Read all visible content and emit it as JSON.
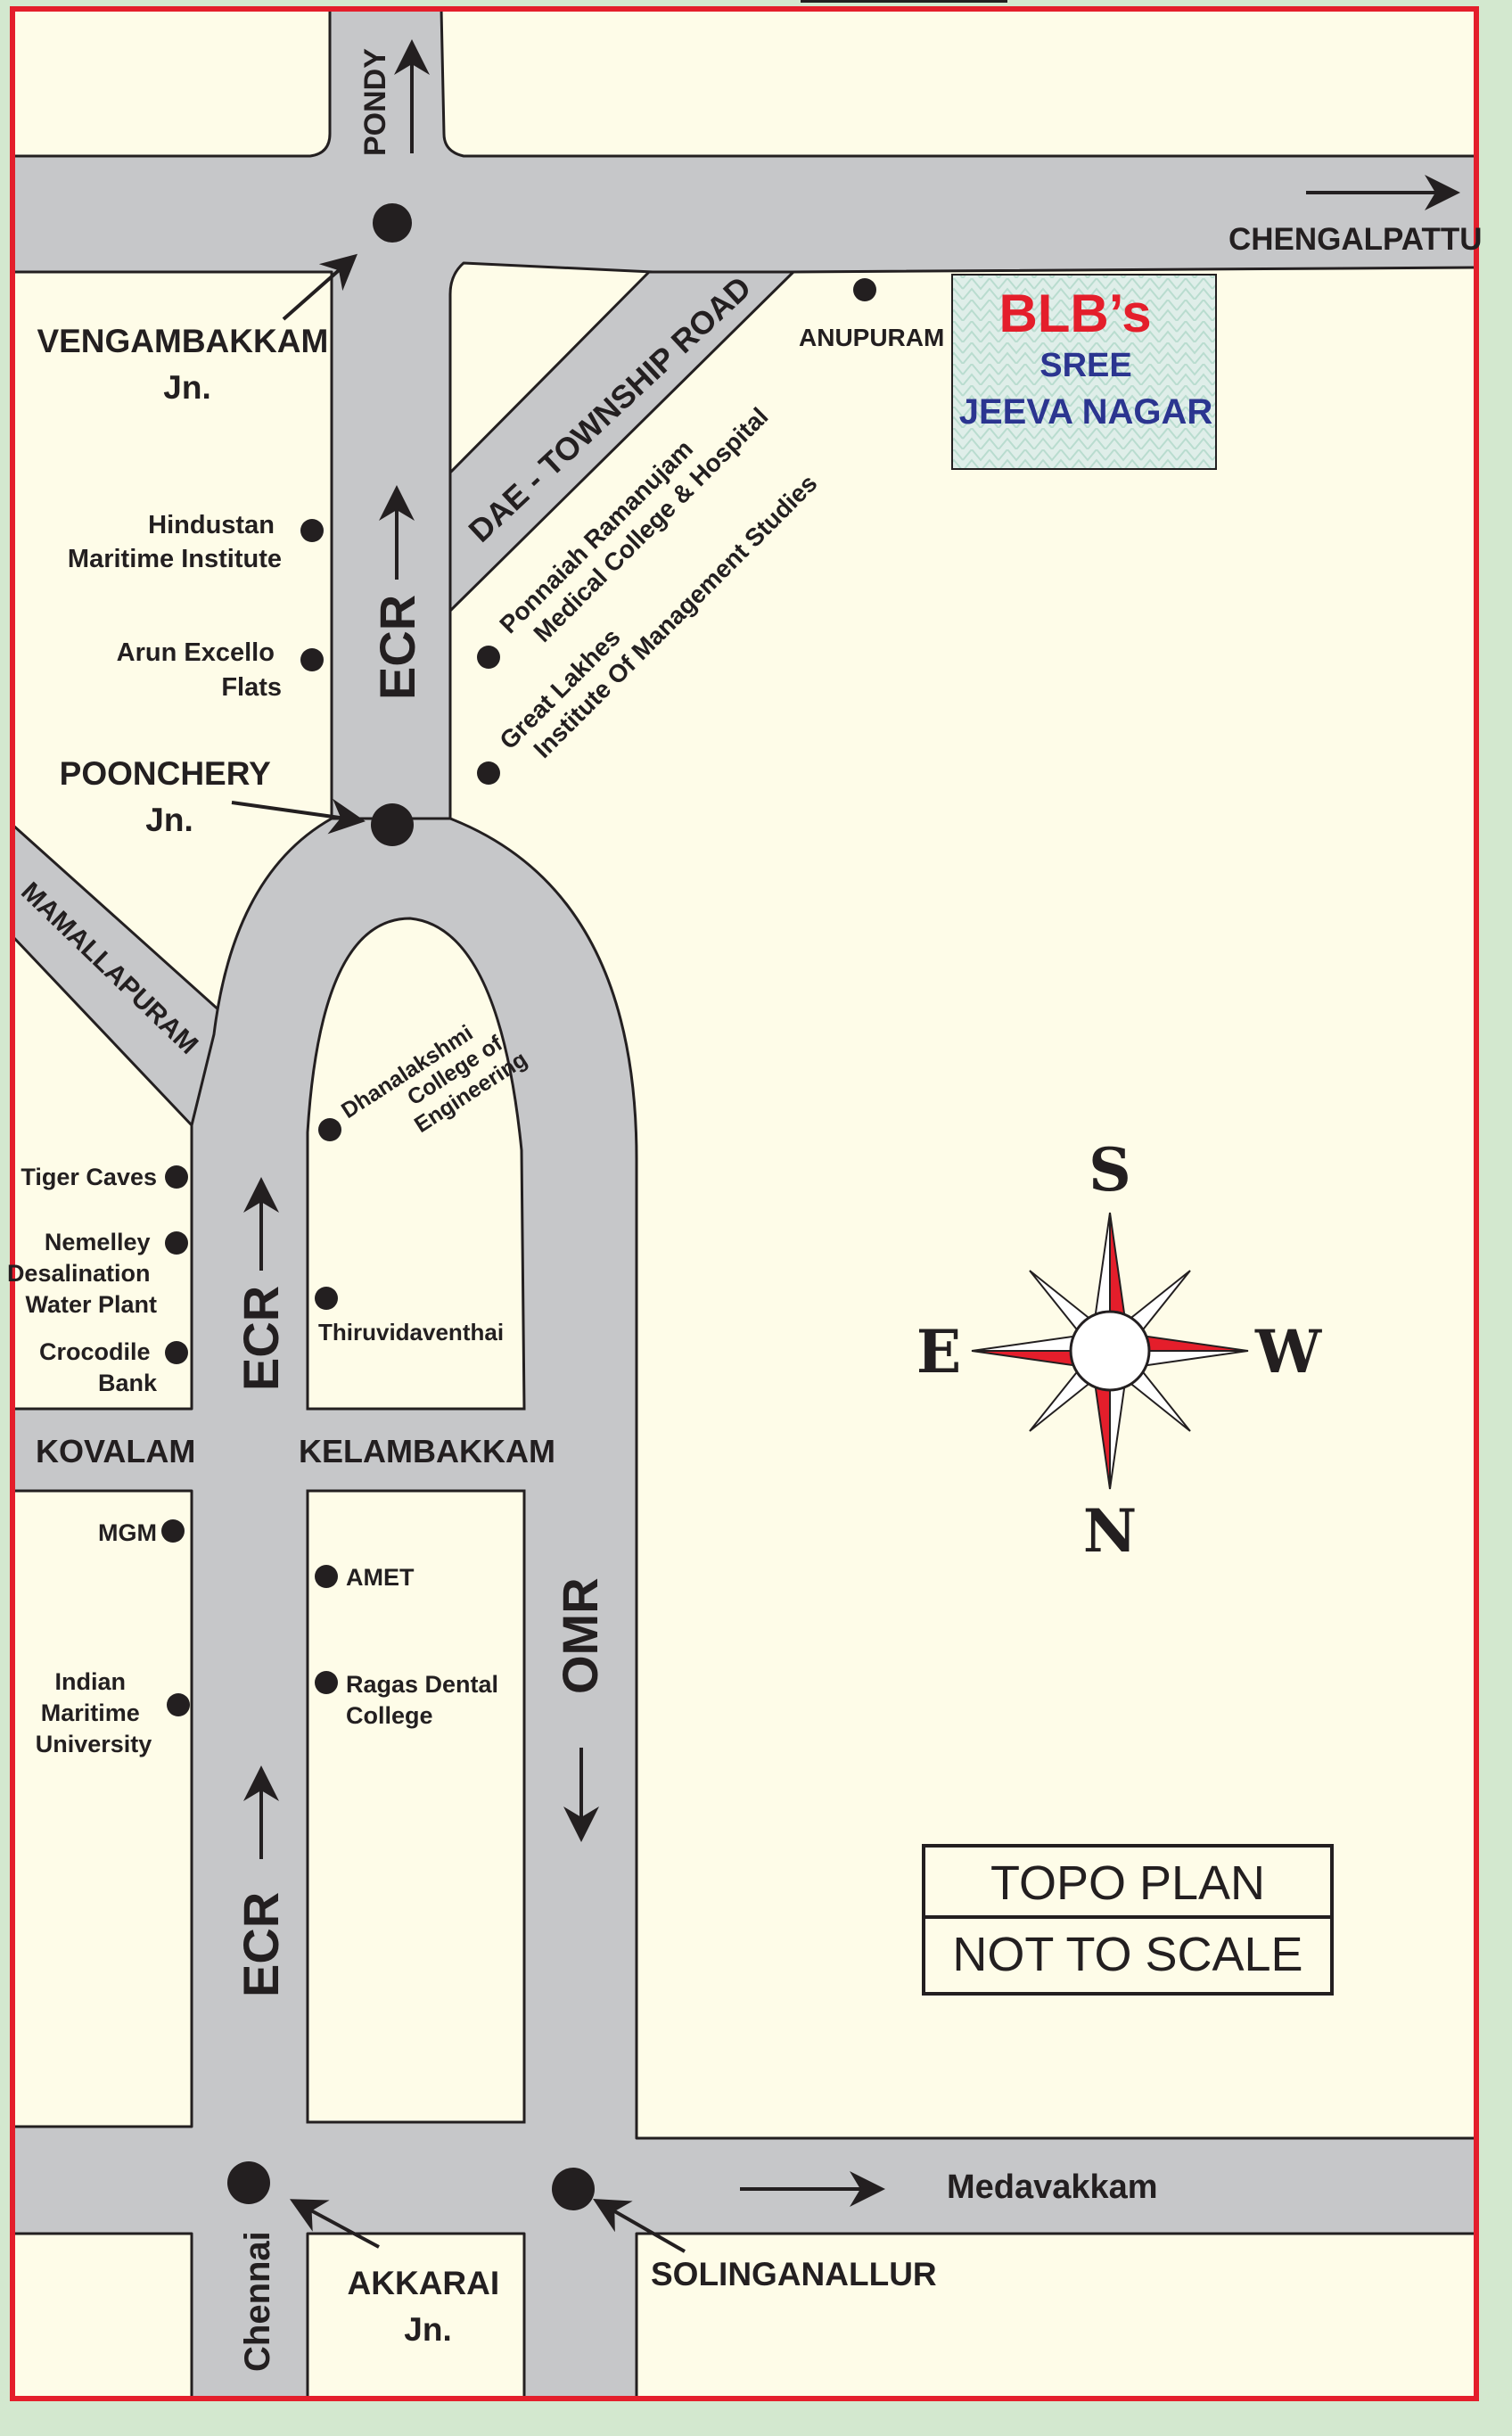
{
  "colors": {
    "background": "#d3e8cf",
    "land": "#fefce8",
    "road": "#c6c7c9",
    "border": "#e41e2b",
    "ink": "#231f20",
    "brand_red": "#e41e2b",
    "brand_blue": "#2b3590",
    "logo_bg": "#dfeee9"
  },
  "brand": {
    "line1": "BLB’s",
    "line2": "SREE",
    "line3": "JEEVA NAGAR"
  },
  "roads": {
    "pondy": "PONDY",
    "chengalpattu": "CHENGALPATTU",
    "dae_township": "DAE - TOWNSHIP ROAD",
    "ecr_upper": "ECR",
    "ecr_middle": "ECR",
    "ecr_lower": "ECR",
    "mamallapuram": "MAMALLAPURAM",
    "omr": "OMR",
    "medavakkam": "Medavakkam",
    "chennai": "Chennai"
  },
  "junctions": {
    "vengambakkam": [
      "VENGAMBAKKAM",
      "Jn."
    ],
    "poonchery": [
      "POONCHERY",
      "Jn."
    ],
    "akkarai": [
      "AKKARAI",
      "Jn."
    ],
    "solinganallur": "SOLINGANALLUR"
  },
  "places": {
    "anupuram": "ANUPURAM",
    "hindustan": [
      "Hindustan",
      "Maritime Institute"
    ],
    "arun_excello": [
      "Arun Excello",
      "Flats"
    ],
    "ponnaiah": [
      "Ponnaiah Ramanujam",
      "Medical College & Hospital"
    ],
    "great_lakhes": [
      "Great Lakhes",
      "Institute Of Management Studies"
    ],
    "dhanalakshmi": [
      "Dhanalakshmi",
      "College of",
      "Engineering"
    ],
    "tiger_caves": "Tiger Caves",
    "nemelley": [
      "Nemelley",
      "Desalination",
      "Water Plant"
    ],
    "crocodile": [
      "Crocodile",
      "Bank"
    ],
    "thiruvidaventhai": "Thiruvidaventhai",
    "kovalam": "KOVALAM",
    "kelambakkam": "KELAMBAKKAM",
    "mgm": "MGM",
    "amet": "AMET",
    "ragas": [
      "Ragas Dental",
      "College"
    ],
    "imu": [
      "Indian",
      "Maritime",
      "University"
    ]
  },
  "compass": {
    "top": "S",
    "bottom": "N",
    "left": "E",
    "right": "W"
  },
  "topo": {
    "line1": "TOPO PLAN",
    "line2": "NOT TO SCALE"
  }
}
